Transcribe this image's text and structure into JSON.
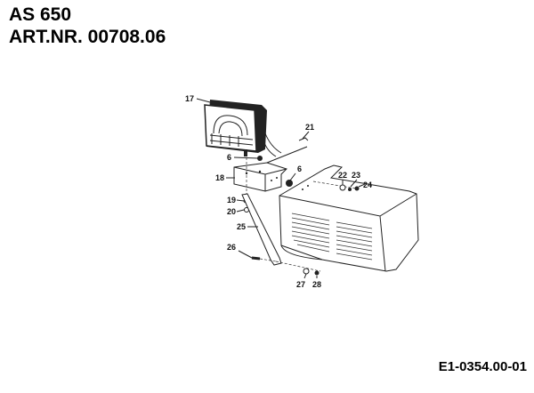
{
  "header": {
    "model": "AS 650",
    "article": "ART.NR. 00708.06"
  },
  "diagram": {
    "callouts": [
      "17",
      "21",
      "6",
      "6",
      "18",
      "22",
      "23",
      "24",
      "19",
      "20",
      "25",
      "26",
      "27",
      "28"
    ]
  },
  "footer": {
    "drawing_code": "E1-0354.00-01"
  }
}
